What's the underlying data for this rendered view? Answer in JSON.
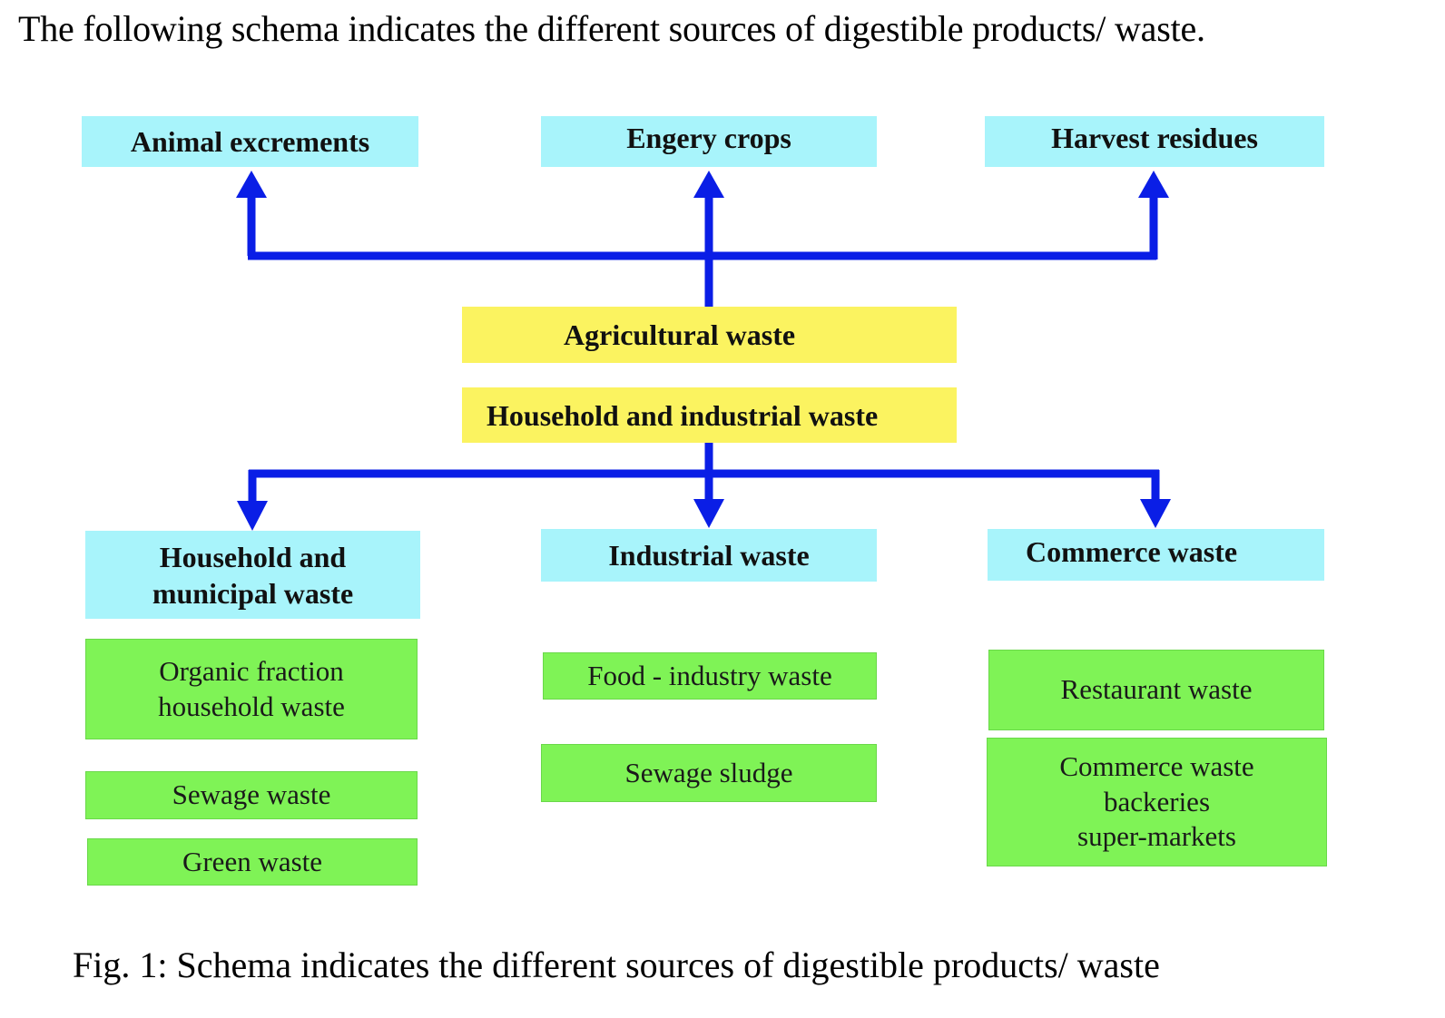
{
  "intro_text": "The following schema indicates the different sources of digestible products/ waste.",
  "caption": "Fig. 1: Schema indicates the different sources of digestible products/ waste",
  "colors": {
    "arrow": "#0a1ee6",
    "top_boxes": "#a8f4fb",
    "center_boxes": "#fbf360",
    "leaf_boxes": "#7ff356"
  },
  "diagram": {
    "center": {
      "agricultural": "Agricultural waste",
      "household_industrial": "Household and industrial waste"
    },
    "agricultural_sources": [
      "Animal excrements",
      "Engery crops",
      "Harvest residues"
    ],
    "household_industrial_categories": [
      {
        "label": "Household and\nmunicipal waste",
        "items": [
          "Organic fraction\nhousehold waste",
          "Sewage waste",
          "Green waste"
        ]
      },
      {
        "label": "Industrial waste",
        "items": [
          "Food - industry waste",
          "Sewage sludge"
        ]
      },
      {
        "label": "Commerce waste",
        "items": [
          "Restaurant waste",
          "Commerce waste\nbackeries\nsuper-markets"
        ]
      }
    ],
    "edges": [
      {
        "from": "Agricultural waste",
        "to": "Animal excrements"
      },
      {
        "from": "Agricultural waste",
        "to": "Engery crops"
      },
      {
        "from": "Agricultural waste",
        "to": "Harvest residues"
      },
      {
        "from": "Household and industrial waste",
        "to": "Household and municipal waste"
      },
      {
        "from": "Household and industrial waste",
        "to": "Industrial waste"
      },
      {
        "from": "Household and industrial waste",
        "to": "Commerce waste"
      }
    ]
  }
}
